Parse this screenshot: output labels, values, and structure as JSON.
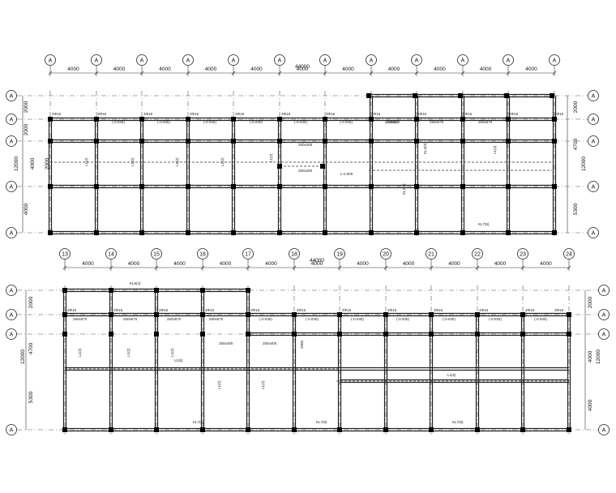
{
  "plan_top": {
    "total_dim": "44000",
    "axis_labels": [
      "A",
      "A",
      "A",
      "A",
      "A",
      "A",
      "A",
      "A",
      "A",
      "A",
      "A",
      "A"
    ],
    "row_labels": [
      "A",
      "A",
      "A",
      "A",
      "A"
    ],
    "bay_dims": [
      "4000",
      "4000",
      "4000",
      "4000",
      "4000",
      "4000",
      "4000",
      "4000",
      "4000",
      "4000",
      "4000"
    ],
    "left_dims": [
      "2000",
      "2000",
      "2000",
      "4000",
      "12000",
      "4000"
    ],
    "right_dims": [
      "2000",
      "4700",
      "5300",
      "12000"
    ],
    "slab_labels": [
      "(-0.030)",
      "(-0.030)",
      "(-0.030)",
      "(-0.030)",
      "(-0.030)",
      "(-0.030)",
      "(-0.030)"
    ],
    "beam_labels": [
      "3Φ16",
      "3Φ16",
      "3Φ16",
      "3Φ16",
      "3Φ16",
      "3Φ16",
      "3Φ16",
      "3Φ16",
      "3Φ16",
      "3Φ16",
      "3Φ16",
      "3Φ16"
    ],
    "section_labels": [
      "250x570",
      "250x570",
      "250x400",
      "250x400",
      "250x570"
    ],
    "other_labels": [
      "L-0.000",
      "KL7(5)",
      "L1(2)",
      "L1(5)",
      "KL3(3)",
      "KL2(1)",
      "L1(4)",
      "L1(2)",
      "L1(2)",
      "L1(2)"
    ]
  },
  "plan_bottom": {
    "total_dim": "44000",
    "axis_labels": [
      "13",
      "14",
      "15",
      "16",
      "17",
      "18",
      "19",
      "20",
      "21",
      "22",
      "23",
      "24"
    ],
    "row_labels": [
      "A",
      "A",
      "A",
      "A"
    ],
    "bay_dims": [
      "4000",
      "4000",
      "4000",
      "4000",
      "4000",
      "4000",
      "4000",
      "4000",
      "4000",
      "4000",
      "4000"
    ],
    "left_dims": [
      "2000",
      "4700",
      "12000",
      "5300"
    ],
    "right_dims": [
      "2000",
      "4000",
      "12000",
      "4000"
    ],
    "slab_labels": [
      "(-0.030)",
      "(-0.030)",
      "(-0.030)",
      "(-0.030)",
      "(-0.030)",
      "(-0.030)",
      "(-0.030)"
    ],
    "beam_labels": [
      "3Φ16",
      "3Φ16",
      "3Φ16",
      "3Φ16",
      "3Φ16",
      "3Φ16",
      "3Φ16",
      "3Φ16",
      "3Φ16",
      "3Φ16",
      "3Φ16",
      "3Φ16"
    ],
    "section_labels": [
      "250x570",
      "250x570",
      "250x570",
      "250x570",
      "250x400",
      "250x400"
    ],
    "other_labels": [
      "KL9(4)",
      "L1(5)",
      "L1(5)",
      "KL7(5)",
      "KL7(5)",
      "KL7(5)",
      "2000",
      "L1(2)",
      "L1(2)",
      "L1(2)",
      "L1(2)",
      "L1(2)"
    ]
  }
}
